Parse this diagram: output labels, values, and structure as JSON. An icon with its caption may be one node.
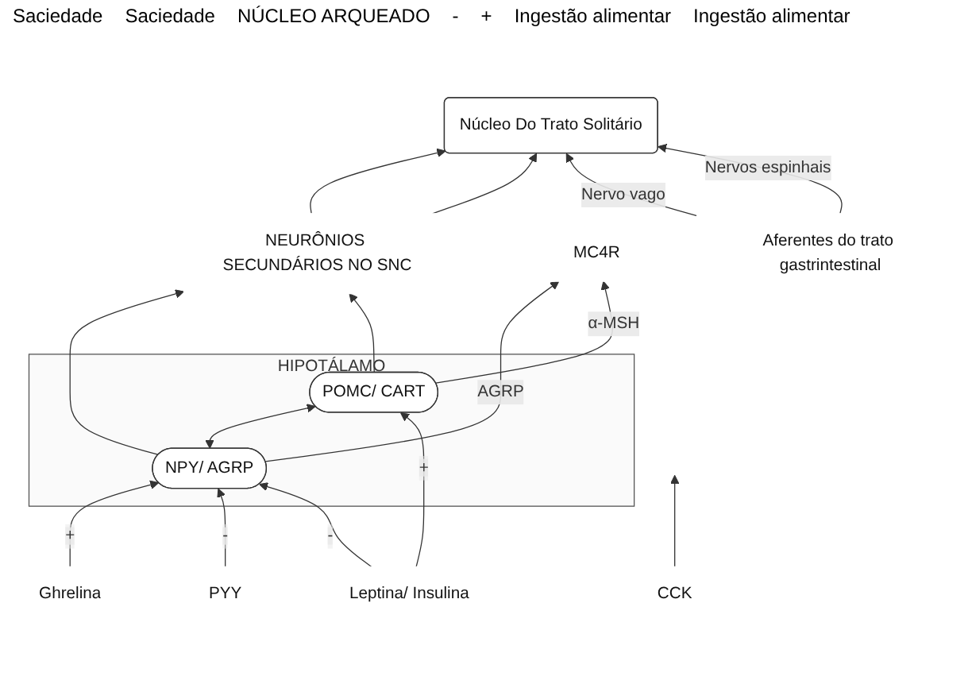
{
  "diagram": {
    "nodes": [
      {
        "text": [
          "NEURÔNIOS SECUNDÁRIOS NO SNC"
        ]
      },
      {
        "text": [
          "MC4R"
        ]
      },
      {
        "text": [
          "HIPOTÁLAMO"
        ]
      },
      {
        "text": [
          "NPY/ AGRP"
        ],
        "in": 2
      },
      {
        "text": [
          "POMC/ CART"
        ],
        "in": 2
      },
      {
        "text": [
          "Núcleo Do Trato Solitário"
        ]
      },
      {
        "text": [
          "Ghrelina"
        ]
      },
      {
        "text": [
          "PYY"
        ]
      },
      {
        "text": [
          "Leptina/ Insulina"
        ]
      },
      {
        "text": [
          "CCK"
        ]
      },
      {
        "text": [
          "Aferentes do trato gastrintestinal"
        ]
      }
    ],
    "edges": [
      {
        "from": 3,
        "to": 0,
        "arrow": "to"
      },
      {
        "from": 3,
        "to": 1,
        "arrow": "to",
        "label": "AGRP"
      },
      {
        "from": 4,
        "to": 1,
        "arrow": "to",
        "label": "α-MSH"
      },
      {
        "from": 4,
        "to": 0,
        "arrow": "to"
      },
      {
        "from": 3,
        "to": 4,
        "arrow": "both"
      },
      {
        "from": 0,
        "to": 5,
        "arrow": "to"
      },
      {
        "from": 0,
        "to": 5,
        "arrow": "to"
      },
      {
        "from": 6,
        "to": 3,
        "arrow": "to",
        "label": "+"
      },
      {
        "from": 7,
        "to": 3,
        "arrow": "to",
        "label": "-"
      },
      {
        "from": 8,
        "to": 3,
        "arrow": "to",
        "label": "-"
      },
      {
        "from": 8,
        "to": 4,
        "arrow": "to",
        "label": "+"
      },
      {
        "from": 10,
        "to": 5,
        "arrow": "to",
        "label": "Nervo vago"
      },
      {
        "from": 10,
        "to": 5,
        "arrow": "to",
        "label": "Nervos espinhais"
      },
      {
        "from": 9,
        "to": null,
        "arrow": "to"
      }
    ],
    "labels": [
      "Saciedade",
      "Saciedade",
      "NÚCLEO ARQUEADO",
      "-",
      "+",
      "Ingestão alimentar",
      "Ingestão alimentar"
    ]
  }
}
